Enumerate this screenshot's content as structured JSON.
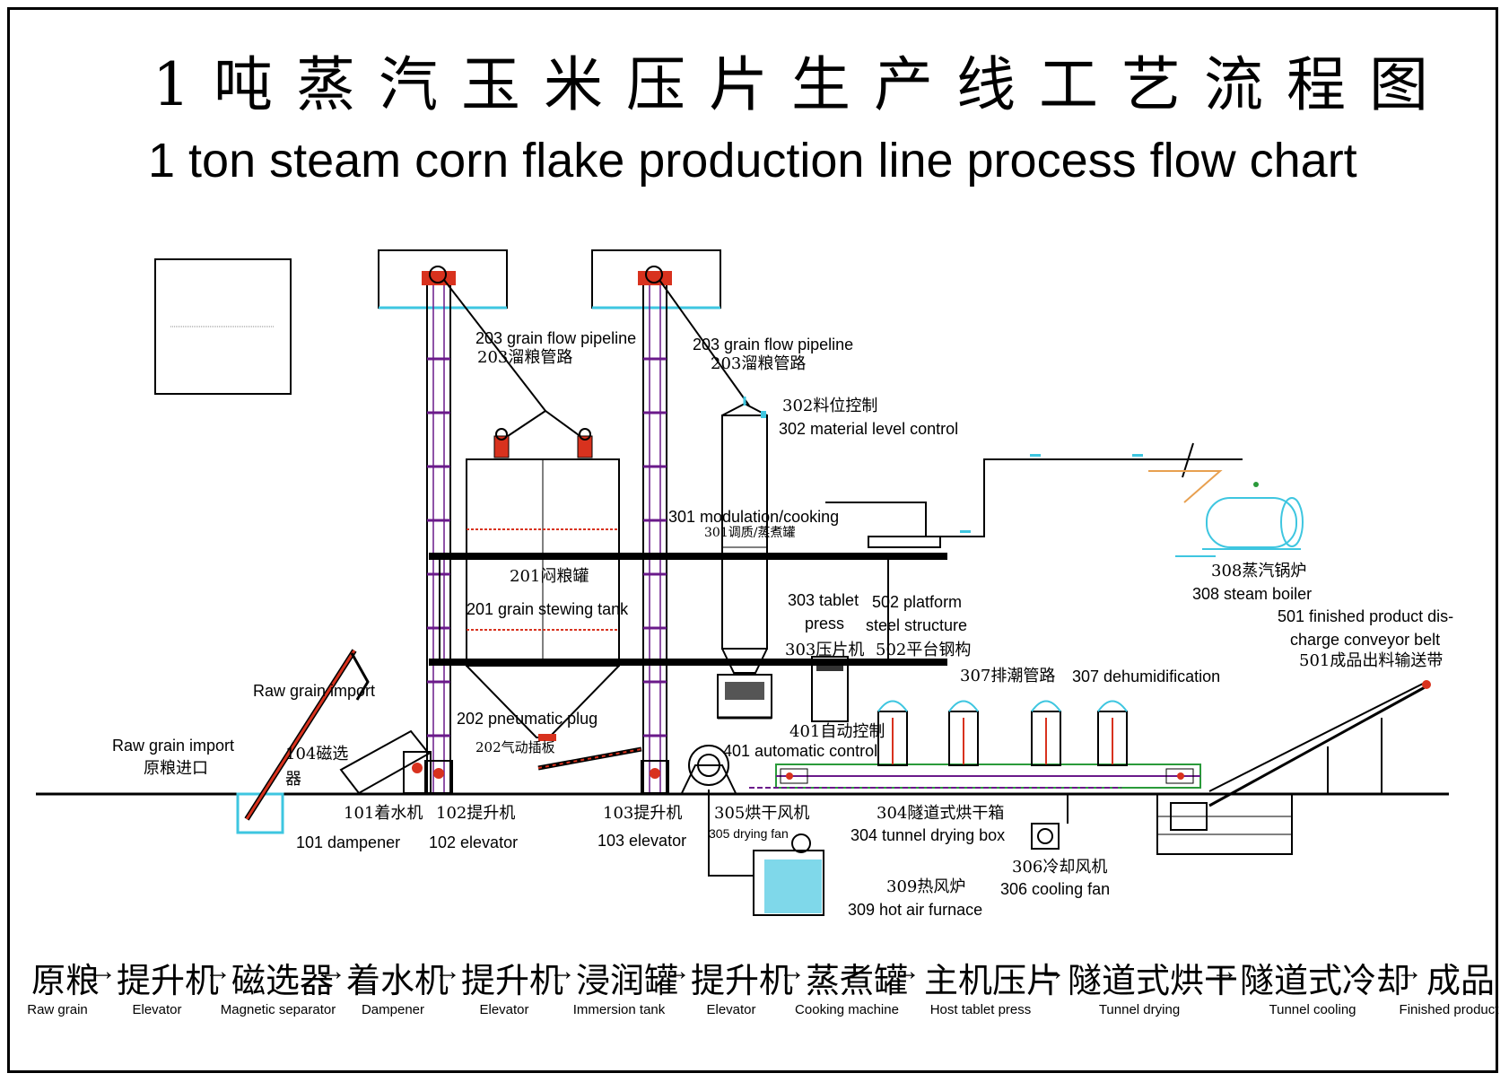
{
  "title_zh": "1吨蒸汽玉米压片生产线工艺流程图",
  "title_en": "1 ton steam corn flake production line process flow chart",
  "labels": {
    "l203a_en": "203 grain flow pipeline",
    "l203a_zh": "203溜粮管路",
    "l203b_en": "203 grain flow pipeline",
    "l203b_zh": "203溜粮管路",
    "l302_zh": "302料位控制",
    "l302_en": "302 material level control",
    "l301_en": "301 modulation/cooking",
    "l301_zh": "301调质/蒸煮罐",
    "l201_zh": "201闷粮罐",
    "l201_en": "201 grain stewing tank",
    "l303_en_1": "303 tablet",
    "l303_en_2": "press",
    "l303_zh": "303压片机",
    "l502_en_1": "502 platform",
    "l502_en_2": "steel structure",
    "l502_zh": "502平台钢构",
    "l308_zh": "308蒸汽锅炉",
    "l308_en": "308 steam boiler",
    "l501_en_1": "501 finished product dis-",
    "l501_en_2": "charge conveyor belt",
    "l501_zh": "501成品出料输送带",
    "l307_zh": "307排潮管路",
    "l307_en": "307 dehumidification",
    "raw_import_1": "Raw grain import",
    "raw_import_2_en": "Raw grain import",
    "raw_import_2_zh": "原粮进口",
    "l104_zh_1": "104磁选",
    "l104_zh_2": "器",
    "l202_en": "202 pneumatic plug",
    "l202_zh": "202气动插板",
    "l401_zh": "401自动控制",
    "l401_en": "401 automatic control",
    "l101_zh": "101着水机",
    "l101_en": "101 dampener",
    "l102_zh": "102提升机",
    "l102_en": "102 elevator",
    "l103_zh": "103提升机",
    "l103_en": "103 elevator",
    "l305_zh": "305烘干风机",
    "l305_en": "305 drying fan",
    "l304_zh": "304隧道式烘干箱",
    "l304_en": "304 tunnel drying box",
    "l306_zh": "306冷却风机",
    "l306_en": "306 cooling fan",
    "l309_zh": "309热风炉",
    "l309_en": "309 hot air furnace"
  },
  "flow": [
    {
      "zh": "原粮",
      "en": "Raw grain"
    },
    {
      "zh": "提升机",
      "en": "Elevator"
    },
    {
      "zh": "磁选器",
      "en": "Magnetic separator"
    },
    {
      "zh": "着水机",
      "en": "Dampener"
    },
    {
      "zh": "提升机",
      "en": "Elevator"
    },
    {
      "zh": "浸润罐",
      "en": "Immersion tank"
    },
    {
      "zh": "提升机",
      "en": "Elevator"
    },
    {
      "zh": "蒸煮罐",
      "en": "Cooking machine"
    },
    {
      "zh": "主机压片",
      "en": "Host tablet press"
    },
    {
      "zh": "隧道式烘干",
      "en": "Tunnel drying"
    },
    {
      "zh": "隧道式冷却",
      "en": "Tunnel cooling"
    },
    {
      "zh": "成品",
      "en": "Finished product"
    }
  ],
  "flow_arrow": "→",
  "colors": {
    "line": "#000000",
    "accent_red": "#d8321e",
    "accent_cyan": "#3ec6e0",
    "accent_purple": "#6a1a8a",
    "accent_green": "#2a9a3a",
    "accent_orange": "#e8a050"
  }
}
